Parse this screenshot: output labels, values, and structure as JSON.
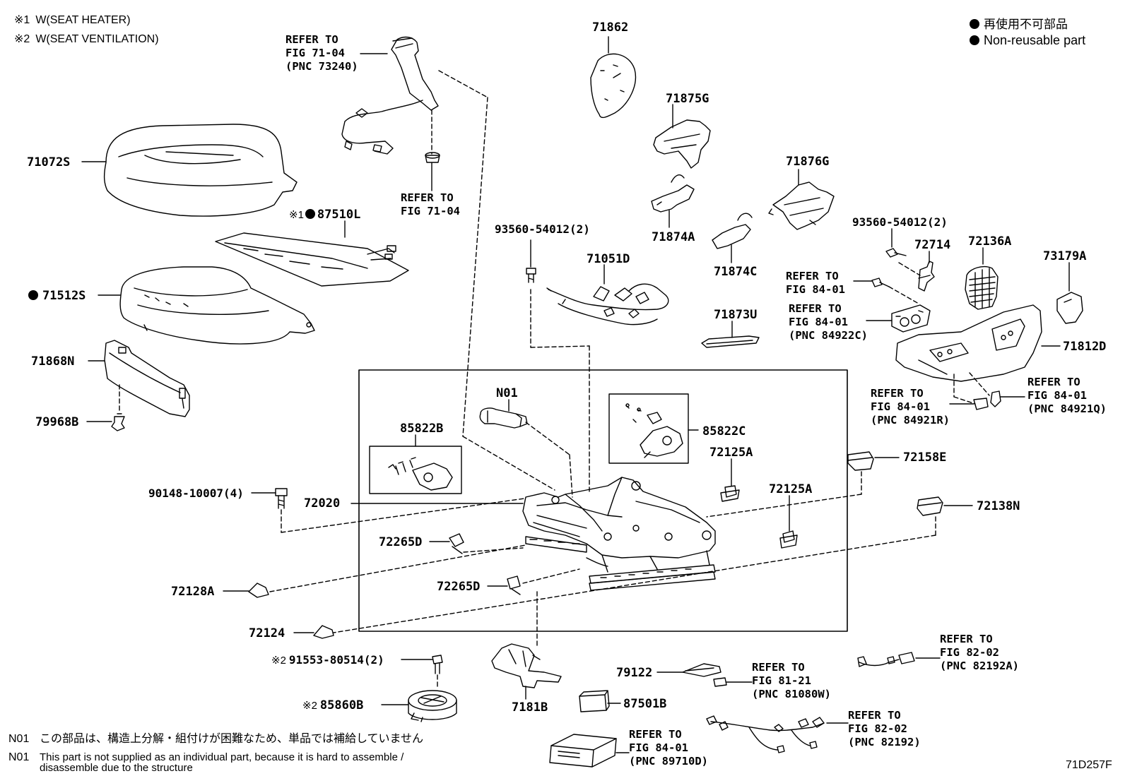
{
  "legend_notes": {
    "note1_mark": "※1",
    "note1_text": "W(SEAT HEATER)",
    "note2_mark": "※2",
    "note2_text": "W(SEAT VENTILATION)",
    "nonreusable_jp": "再使用不可部品",
    "nonreusable_en": "Non-reusable part"
  },
  "parts": {
    "p71862": "71862",
    "p71875G": "71875G",
    "p71876G": "71876G",
    "p71874A": "71874A",
    "p71874C": "71874C",
    "p71873U": "71873U",
    "p71072S": "71072S",
    "p87510L": "87510L",
    "p71512S": "71512S",
    "p71868N": "71868N",
    "p79968B": "79968B",
    "p93560_a": "93560-54012(2)",
    "p93560_b": "93560-54012(2)",
    "p71051D": "71051D",
    "p72714": "72714",
    "p72136A": "72136A",
    "p73179A": "73179A",
    "p71812D": "71812D",
    "pN01": "N01",
    "p85822B": "85822B",
    "p85822C": "85822C",
    "p72125A_a": "72125A",
    "p72125A_b": "72125A",
    "p72158E": "72158E",
    "p72138N": "72138N",
    "p90148": "90148-10007(4)",
    "p72020": "72020",
    "p72265D_a": "72265D",
    "p72265D_b": "72265D",
    "p72128A": "72128A",
    "p72124": "72124",
    "p91553": "91553-80514(2)",
    "p85860B": "85860B",
    "p7181B": "7181B",
    "p79122": "79122",
    "p87501B": "87501B"
  },
  "refs": {
    "r7104a": [
      "REFER TO",
      "FIG 71-04",
      "(PNC 73240)"
    ],
    "r7104b": [
      "REFER TO",
      "FIG 71-04"
    ],
    "r8401a": [
      "REFER TO",
      "FIG 84-01"
    ],
    "r8401b": [
      "REFER TO",
      "FIG 84-01",
      "(PNC 84922C)"
    ],
    "r8401c": [
      "REFER TO",
      "FIG 84-01",
      "(PNC 84921R)"
    ],
    "r8401d": [
      "REFER TO",
      "FIG 84-01",
      "(PNC 84921Q)"
    ],
    "r8202a": [
      "REFER TO",
      "FIG 82-02",
      "(PNC 82192A)"
    ],
    "r8121": [
      "REFER TO",
      "FIG 81-21",
      "(PNC 81080W)"
    ],
    "r8202b": [
      "REFER TO",
      "FIG 82-02",
      "(PNC 82192)"
    ],
    "r8401e": [
      "REFER TO",
      "FIG 84-01",
      "(PNC 89710D)"
    ]
  },
  "footnotes": {
    "n01_label_jp": "N01",
    "n01_jp": "この部品は、構造上分解・組付けが困難なため、単品では補給していません",
    "n01_label_en": "N01",
    "n01_en_line1": "This part is not supplied as an individual part, because it is hard to assemble /",
    "n01_en_line2": "disassemble due to the structure"
  },
  "figure_code": "71D257F",
  "marks": {
    "note1": "※1",
    "note2": "※2"
  }
}
